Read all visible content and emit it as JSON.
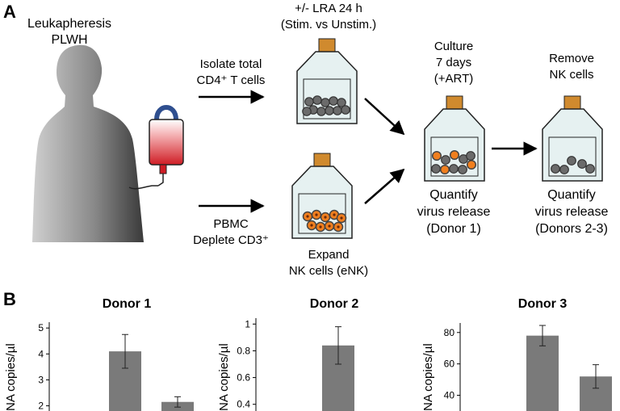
{
  "panel_a": {
    "label": "A",
    "leukapheresis_line1": "Leukapheresis",
    "leukapheresis_line2": "PLWH",
    "isolate_line1": "Isolate total",
    "isolate_line2": "CD4⁺ T cells",
    "lra_line1": "+/- LRA 24 h",
    "lra_line2": "(Stim. vs Unstim.)",
    "pbmc_line1": "PBMC",
    "pbmc_line2": "Deplete CD3⁺",
    "expand_line1": "Expand",
    "expand_line2": "NK cells (eNK)",
    "culture_line1": "Culture",
    "culture_line2": "7 days",
    "culture_line3": "(+ART)",
    "quantify1_line1": "Quantify",
    "quantify1_line2": "virus release",
    "quantify1_line3": "(Donor 1)",
    "remove_line1": "Remove",
    "remove_line2": "NK cells",
    "quantify2_line1": "Quantify",
    "quantify2_line2": "virus release",
    "quantify2_line3": "(Donors 2-3)",
    "colors": {
      "flask_fill": "#e6f1f1",
      "cap": "#d08a2e",
      "cd4_cell": "#6b6b6b",
      "nk_cell": "#f07f1e",
      "blood_bag": "#cf1d25",
      "bag_handle": "#2f4f8f"
    }
  },
  "panel_b": {
    "label": "B",
    "ylabel": "NA copies/µl"
  },
  "chart_data": [
    {
      "type": "bar",
      "title": "Donor 1",
      "ylabel": "NA copies/µl",
      "yticks": [
        "5",
        "4",
        "3",
        "2"
      ],
      "ylim_visible": [
        1.8,
        5.1
      ],
      "bar_color": "#7a7a7a",
      "values": [
        4.1,
        2.15
      ],
      "errors": [
        0.65,
        0.2
      ]
    },
    {
      "type": "bar",
      "title": "Donor 2",
      "ylabel": "NA copies/µl",
      "yticks": [
        "1",
        "0.8",
        "0.6",
        "0.4"
      ],
      "ylim_visible": [
        0.35,
        1.02
      ],
      "bar_color": "#7a7a7a",
      "values": [
        0.84
      ],
      "errors": [
        0.14
      ]
    },
    {
      "type": "bar",
      "title": "Donor 3",
      "ylabel": "NA copies/µl",
      "yticks": [
        "80",
        "60",
        "40"
      ],
      "ylim_visible": [
        30,
        84
      ],
      "bar_color": "#7a7a7a",
      "values": [
        78,
        52
      ],
      "errors": [
        6.5,
        7.5
      ]
    }
  ]
}
